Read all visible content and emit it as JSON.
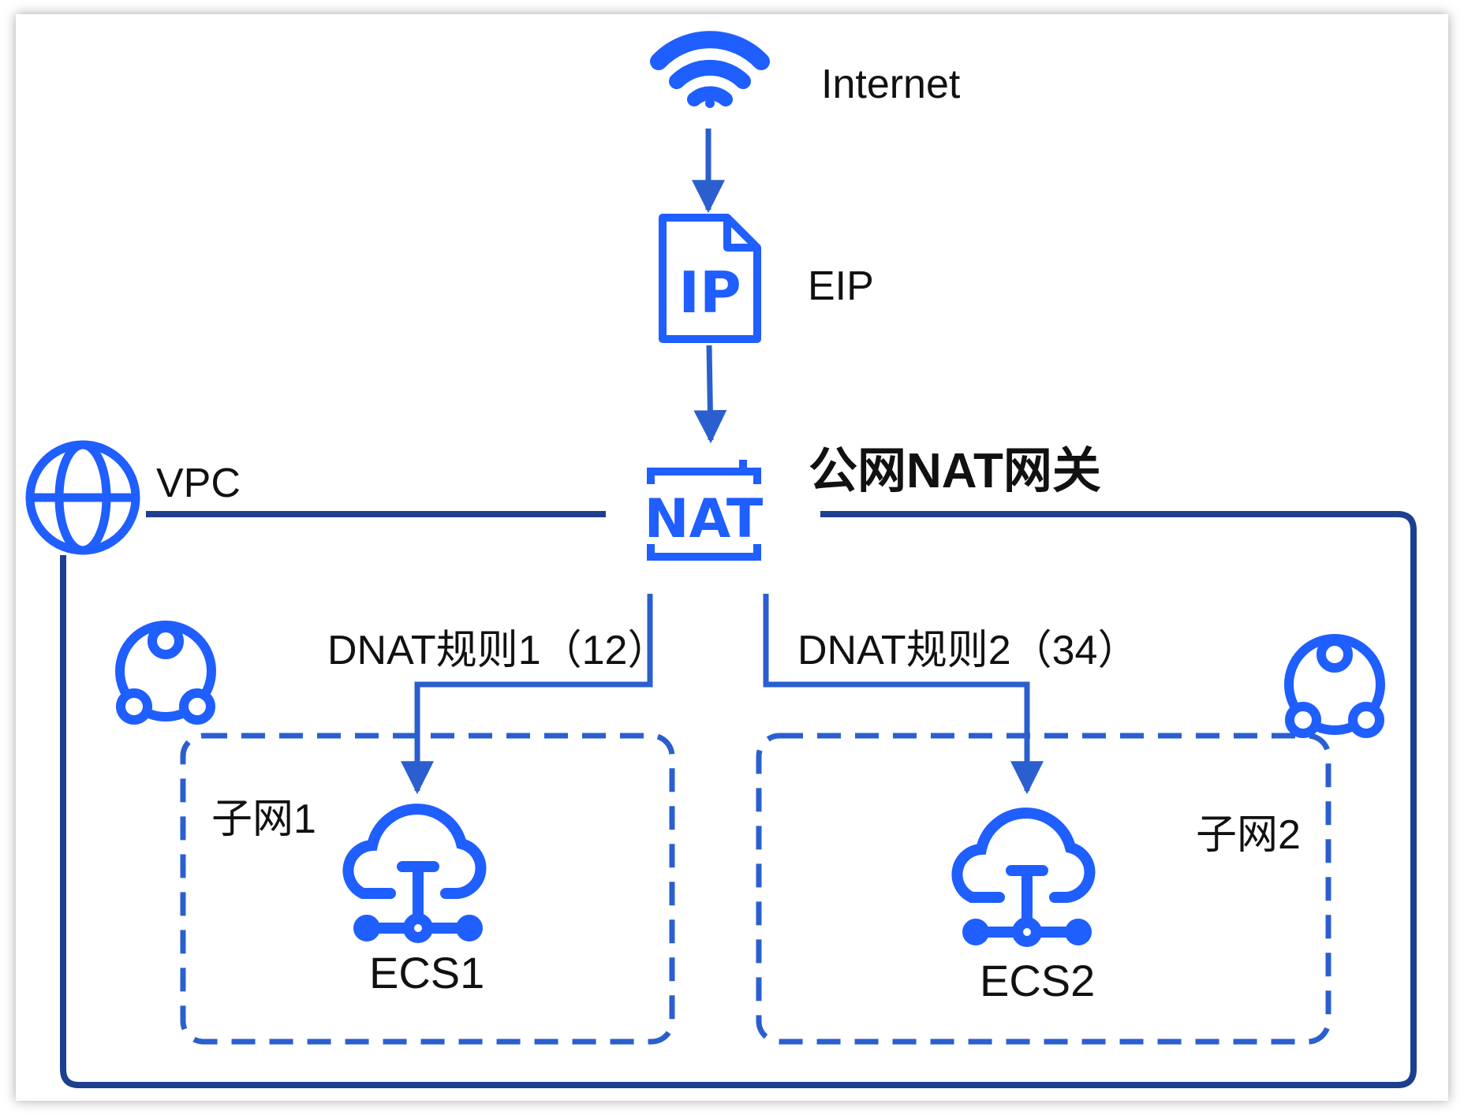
{
  "nodes": {
    "internet": {
      "label": "Internet"
    },
    "eip": {
      "label": "EIP",
      "icon_text": "IP"
    },
    "nat": {
      "label": "公网NAT网关",
      "icon_text": "NAT"
    },
    "vpc": {
      "label": "VPC"
    },
    "subnet1": {
      "label": "子网1"
    },
    "subnet2": {
      "label": "子网2"
    },
    "ecs1": {
      "label": "ECS1"
    },
    "ecs2": {
      "label": "ECS2"
    }
  },
  "edges": {
    "dnat_rule_1": {
      "label": "DNAT规则1（12）"
    },
    "dnat_rule_2": {
      "label": "DNAT规则2（34）"
    }
  },
  "colors": {
    "icon_blue": "#1f5eff",
    "line_blue": "#2b5fcf",
    "vpc_border": "#1d3f8f",
    "subnet_dash": "#2b5fcf"
  }
}
